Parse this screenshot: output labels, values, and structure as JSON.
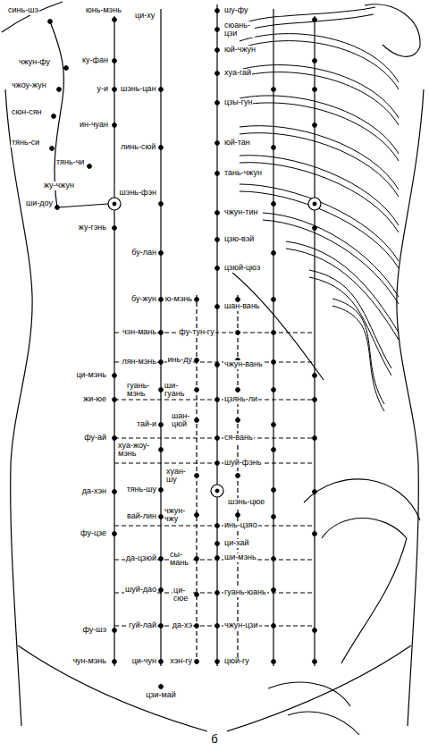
{
  "diagram": {
    "caption": "б",
    "labels": [
      "синь-шэ",
      "юнь-мэнь",
      "ци-ху",
      "шу-фу",
      "сюань-цзи",
      "юй-чжун",
      "хуа-гай",
      "цзы-гун",
      "чжун-фу",
      "ку-фан",
      "чжоу-жун",
      "у-и",
      "шэнь-цан",
      "сюн-сян",
      "ин-чуан",
      "линь-сюй",
      "юй-тан",
      "тянь-си",
      "тянь-чи",
      "тань-чжун",
      "жу-чжун",
      "ши-доу",
      "шэнь-фэн",
      "чжун-тин",
      "жу-гэнь",
      "цзю-вэй",
      "бу-лан",
      "цзюй-цюэ",
      "бу-жун",
      "ю-мэнь",
      "шан-вань",
      "чэн-мань",
      "фу-тун-гу",
      "лян-мэнь",
      "инь-ду",
      "чжун-вань",
      "ци-мэнь",
      "гуань-мэнь",
      "ши-гуань",
      "жи-юе",
      "цзянь-ли",
      "шан-цюй",
      "тай-и",
      "фу-ай",
      "ся-вань",
      "хуа-жоу-мэнь",
      "шуй-фэнь",
      "хуан-шу",
      "тянь-шу",
      "да-хэн",
      "шэнь-цюе",
      "чжун-чжу",
      "вай-лин",
      "инь-цзяо",
      "фу-цзе",
      "ци-хай",
      "ши-мэнь",
      "сы-мань",
      "да-цзюй",
      "гуань-юань",
      "шуй-дао",
      "ци-сюе",
      "гуй-лай",
      "да-хэ",
      "фу-шэ",
      "чжун-цзи",
      "чун-мэнь",
      "ци-чун",
      "хэн-гу",
      "цюй-гу",
      "цзи-май"
    ]
  }
}
